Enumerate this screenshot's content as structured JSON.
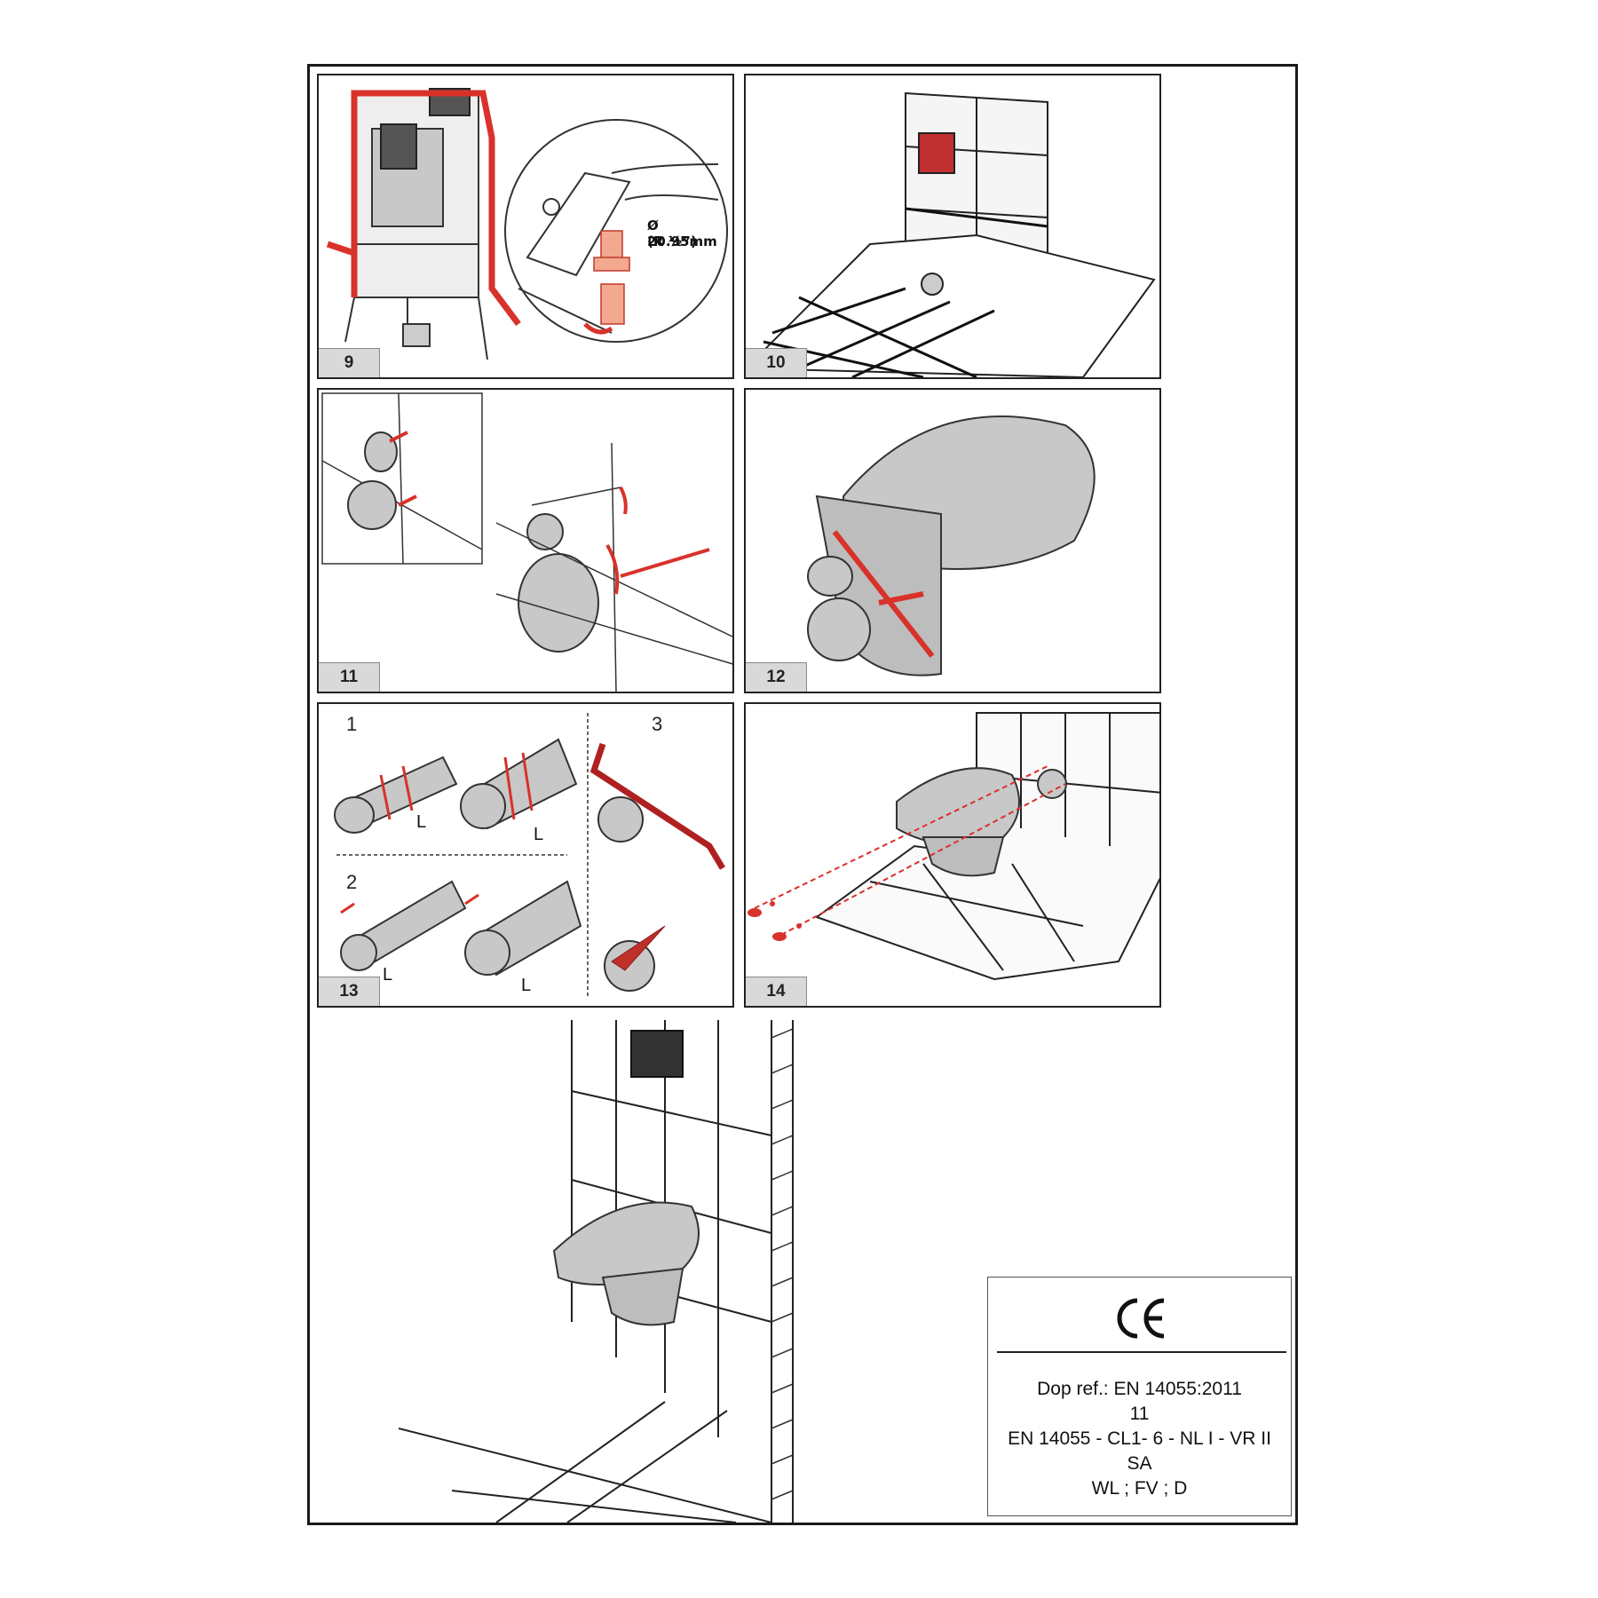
{
  "steps": [
    {
      "number": "9"
    },
    {
      "number": "10"
    },
    {
      "number": "11"
    },
    {
      "number": "12"
    },
    {
      "number": "13"
    },
    {
      "number": "14"
    }
  ],
  "step9": {
    "diameter_label": "Ø 20.95mm",
    "thread_label": "(R ½”)"
  },
  "step13": {
    "sub_labels": [
      "1",
      "2",
      "3"
    ],
    "length_label": "L"
  },
  "certification": {
    "mark": "CE",
    "lines": [
      "Dop ref.: EN 14055:2011",
      "11",
      "EN 14055 - CL1- 6 - NL I - VR II",
      "SA",
      "WL ; FV ; D"
    ]
  },
  "colors": {
    "accent_red": "#d8322a",
    "fill_gray": "#c8c8c8",
    "line": "#222222"
  }
}
